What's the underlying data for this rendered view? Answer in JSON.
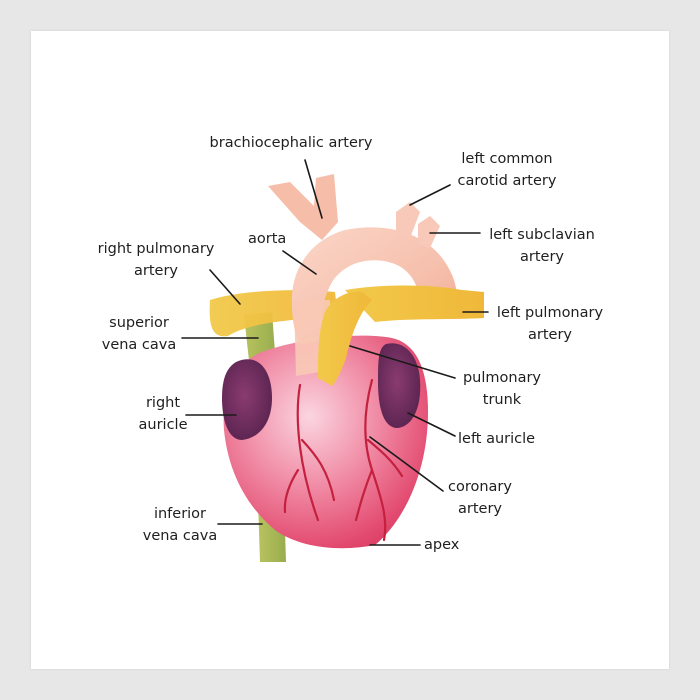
{
  "labels": {
    "brachiocephalic_artery": [
      "brachiocephalic artery"
    ],
    "left_common_carotid_artery": [
      "left common",
      "carotid artery"
    ],
    "aorta": [
      "aorta"
    ],
    "left_subclavian_artery": [
      "left subclavian",
      "artery"
    ],
    "right_pulmonary_artery": [
      "right pulmonary",
      "artery"
    ],
    "left_pulmonary_artery": [
      "left pulmonary",
      "artery"
    ],
    "superior_vena_cava": [
      "superior",
      "vena cava"
    ],
    "pulmonary_trunk": [
      "pulmonary",
      "trunk"
    ],
    "right_auricle": [
      "right",
      "auricle"
    ],
    "left_auricle": [
      "left auricle"
    ],
    "coronary_artery": [
      "coronary",
      "artery"
    ],
    "inferior_vena_cava": [
      "inferior",
      "vena cava"
    ],
    "apex": [
      "apex"
    ]
  },
  "colors": {
    "background": "#e7e7e7",
    "paper": "#ffffff",
    "heart": "#e9567a",
    "aorta": "#f7c2ae",
    "pulmonary": "#f2c43e",
    "vena_cava": "#a9b95a",
    "auricle": "#6c2e5a"
  }
}
